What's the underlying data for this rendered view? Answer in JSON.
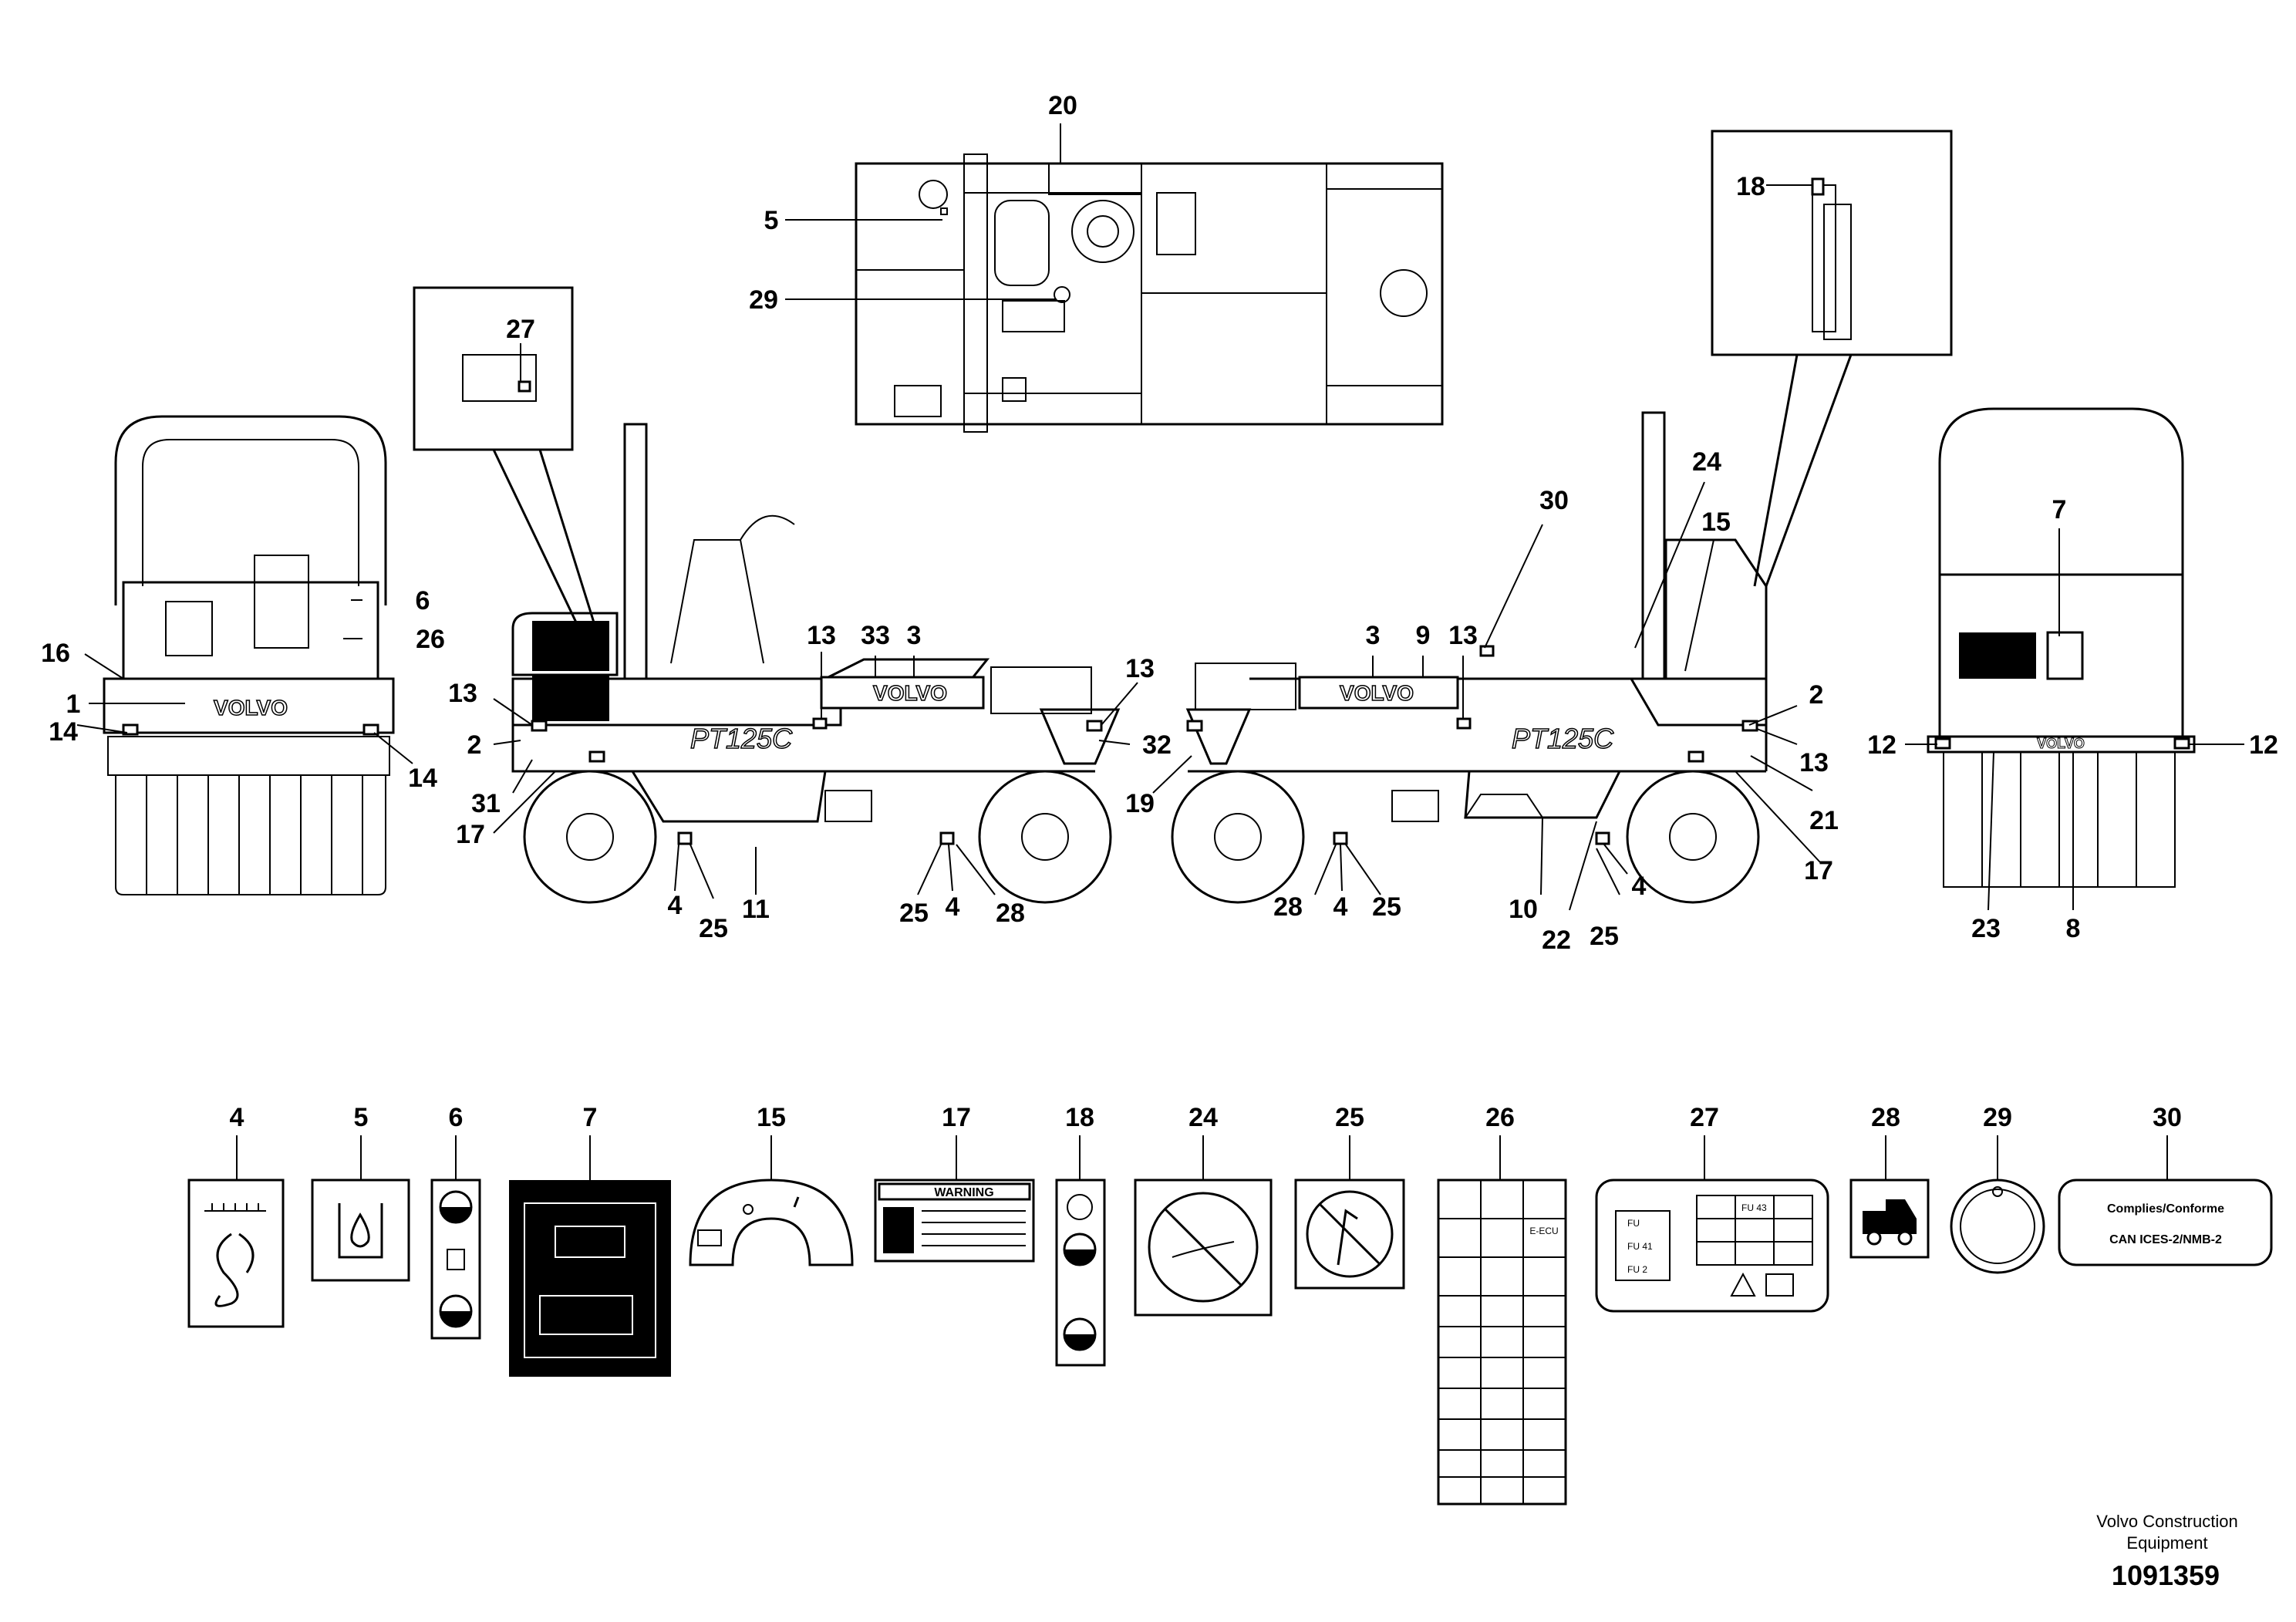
{
  "labels": {
    "l1": "1",
    "l2": "2",
    "l3": "3",
    "l4": "4",
    "l5": "5",
    "l6": "6",
    "l7": "7",
    "l8": "8",
    "l9": "9",
    "l10": "10",
    "l11": "11",
    "l12": "12",
    "l13": "13",
    "l14": "14",
    "l15": "15",
    "l16": "16",
    "l17": "17",
    "l18": "18",
    "l19": "19",
    "l20": "20",
    "l21": "21",
    "l22": "22",
    "l23": "23",
    "l24": "24",
    "l25": "25",
    "l26": "26",
    "l27": "27",
    "l28": "28",
    "l29": "29",
    "l30": "30",
    "l31": "31",
    "l32": "32",
    "l33": "33"
  },
  "decal_texts": {
    "brand": "VOLVO",
    "model": "PT125C",
    "warning": "WARNING",
    "compliance_line1": "Complies/Conforme",
    "compliance_line2": "CAN ICES-2/NMB-2",
    "ecu": "E-ECU",
    "fu": "FU",
    "fu41": "FU 41",
    "fu2": "FU 2",
    "fu43": "FU 43"
  },
  "footer": {
    "company_line1": "Volvo Construction",
    "company_line2": "Equipment",
    "drawing_number": "1091359"
  },
  "colors": {
    "ink": "#000000",
    "paper": "#ffffff"
  }
}
